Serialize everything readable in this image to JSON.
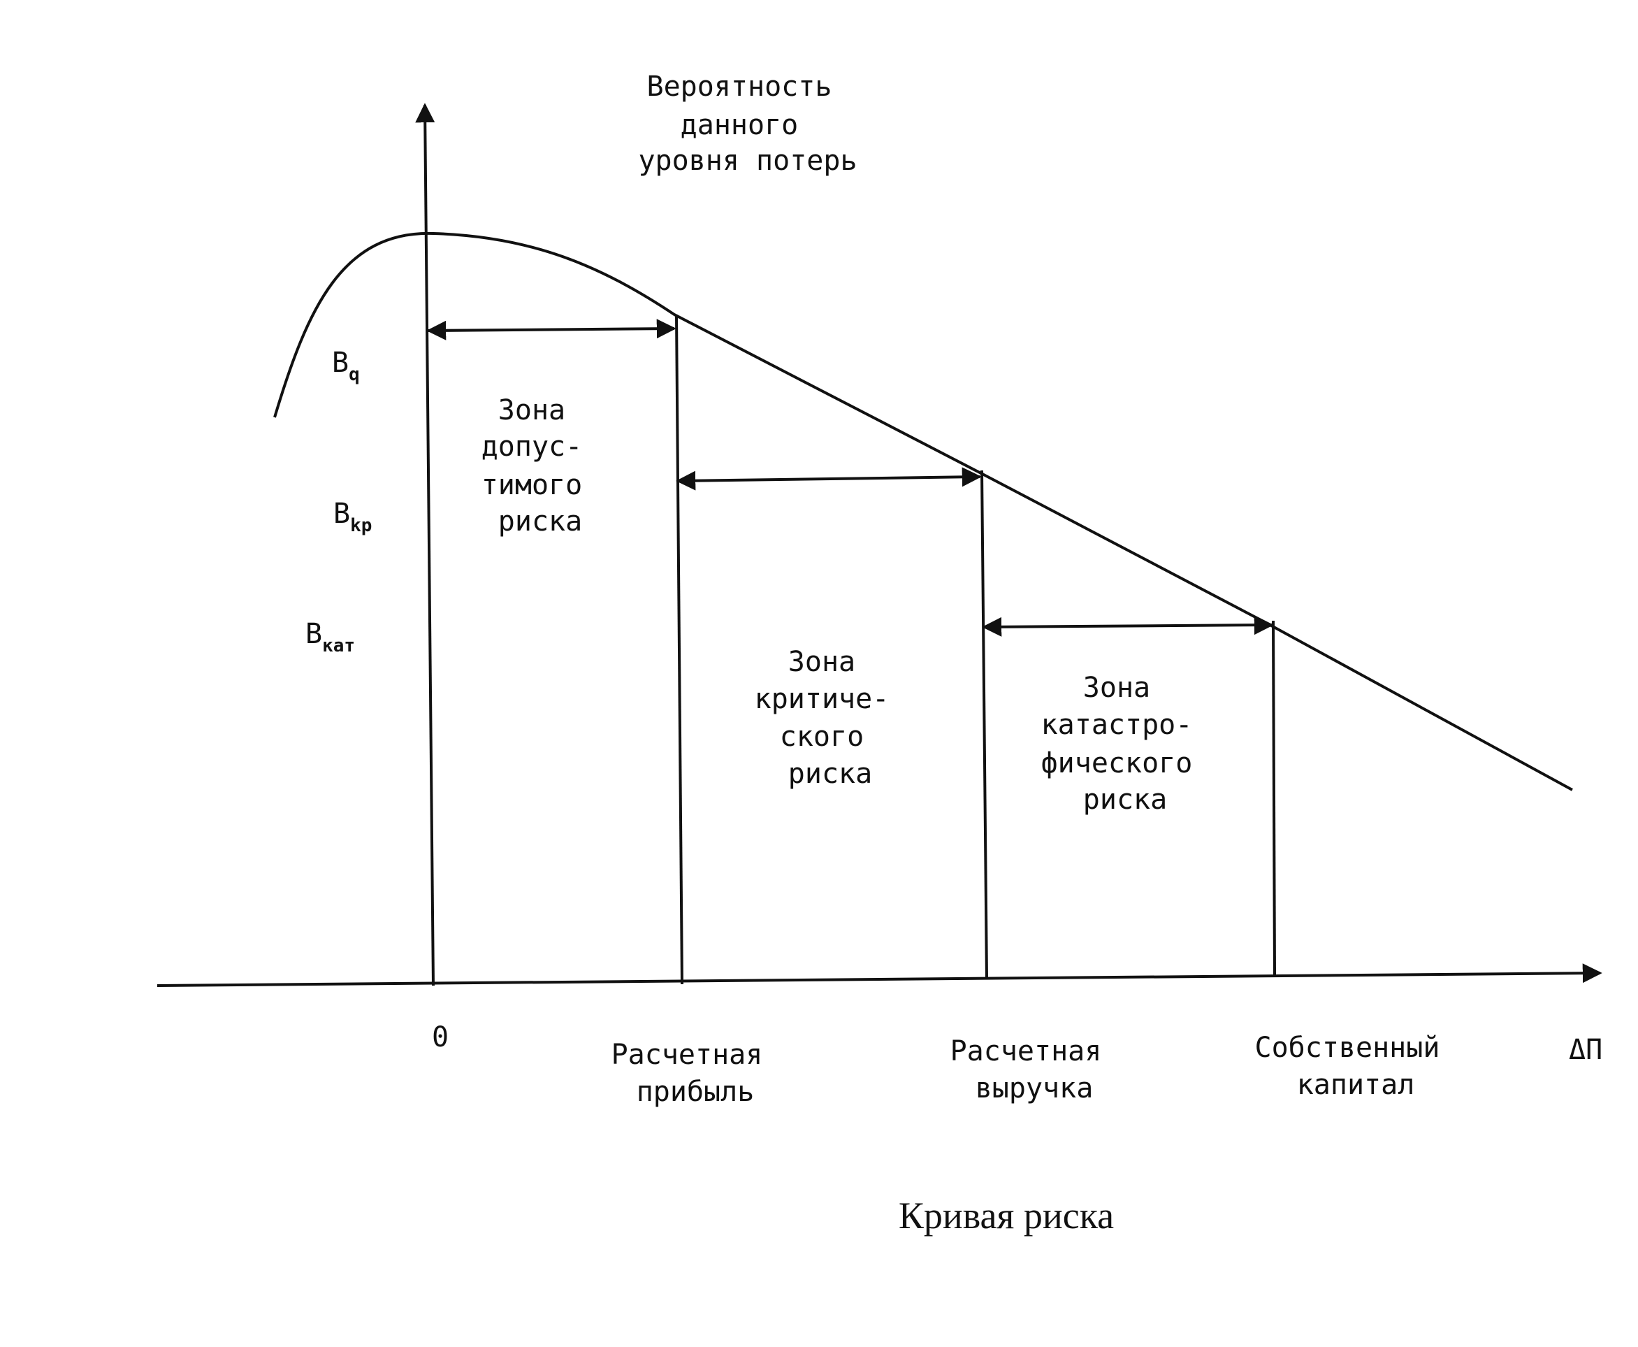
{
  "axes": {
    "y_label": [
      "Вероятность",
      "данного",
      "уровня потерь"
    ],
    "x_label": "ΔП",
    "origin_label": "0"
  },
  "levels": [
    {
      "base": "B",
      "sub": "q"
    },
    {
      "base": "B",
      "sub": "kp"
    },
    {
      "base": "B",
      "sub": "кат"
    }
  ],
  "x_marks": [
    {
      "lines": [
        "Расчетная",
        "прибыль"
      ]
    },
    {
      "lines": [
        "Расчетная",
        "выручка"
      ]
    },
    {
      "lines": [
        "Собственный",
        "капитал"
      ]
    }
  ],
  "zones": [
    {
      "lines": [
        "Зона",
        "допус-",
        "тимого",
        "риска"
      ]
    },
    {
      "lines": [
        "Зона",
        "критиче-",
        "ского",
        "риска"
      ]
    },
    {
      "lines": [
        "Зона",
        "катастро-",
        "фического",
        "риска"
      ]
    }
  ],
  "caption": "Кривая риска"
}
